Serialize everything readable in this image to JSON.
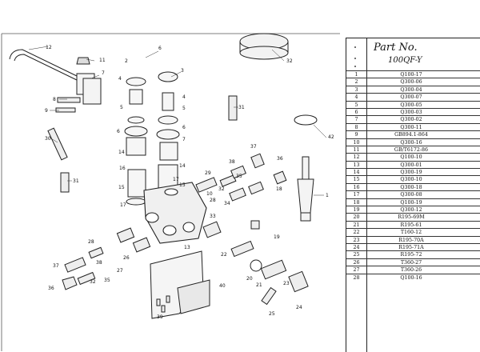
{
  "table": {
    "header_line1": "Part No.",
    "header_line2": "100QF-Y",
    "rows": [
      {
        "no": "1",
        "code": "Q100-17"
      },
      {
        "no": "2",
        "code": "Q300-06"
      },
      {
        "no": "3",
        "code": "Q300-04"
      },
      {
        "no": "4",
        "code": "Q300-07"
      },
      {
        "no": "5",
        "code": "Q300-05"
      },
      {
        "no": "6",
        "code": "Q300-03"
      },
      {
        "no": "7",
        "code": "Q300-02"
      },
      {
        "no": "8",
        "code": "Q300-11"
      },
      {
        "no": "9",
        "code": "GB894.1-864"
      },
      {
        "no": "10",
        "code": "Q300-16"
      },
      {
        "no": "11",
        "code": "GB/T6172-86"
      },
      {
        "no": "12",
        "code": "Q100-10"
      },
      {
        "no": "13",
        "code": "Q300-01"
      },
      {
        "no": "14",
        "code": "Q300-19"
      },
      {
        "no": "15",
        "code": "Q300-10"
      },
      {
        "no": "16",
        "code": "Q300-18"
      },
      {
        "no": "17",
        "code": "Q300-08"
      },
      {
        "no": "18",
        "code": "Q100-19"
      },
      {
        "no": "19",
        "code": "Q300-12"
      },
      {
        "no": "20",
        "code": "R195-69M"
      },
      {
        "no": "21",
        "code": "R195-61"
      },
      {
        "no": "22",
        "code": "T160-12"
      },
      {
        "no": "23",
        "code": "R195-70A"
      },
      {
        "no": "24",
        "code": "R195-71A"
      },
      {
        "no": "25",
        "code": "R195-72"
      },
      {
        "no": "26",
        "code": "T360-27"
      },
      {
        "no": "27",
        "code": "T360-26"
      },
      {
        "no": "28",
        "code": "Q100-16"
      }
    ]
  },
  "diagram": {
    "callouts": [
      "1",
      "2",
      "3",
      "4",
      "5",
      "6",
      "7",
      "8",
      "9",
      "10",
      "11",
      "12",
      "13",
      "14",
      "15",
      "16",
      "17",
      "18",
      "19",
      "20",
      "21",
      "22",
      "23",
      "24",
      "25",
      "26",
      "27",
      "28",
      "29",
      "30",
      "31",
      "32",
      "33",
      "34",
      "35",
      "36",
      "37",
      "38",
      "39",
      "40",
      "42"
    ]
  }
}
